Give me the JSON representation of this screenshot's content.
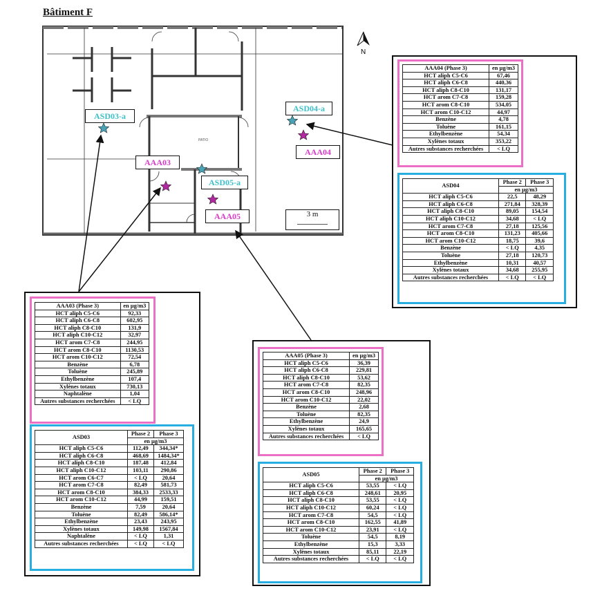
{
  "title": "Bâtiment F",
  "north_label": "N",
  "scale_label": "3 m",
  "plan_labels": {
    "room_patio": "PATIO",
    "markers": [
      {
        "id": "ASD03-a",
        "kind": "ASD",
        "color": "#3cbfc8"
      },
      {
        "id": "ASD04-a",
        "kind": "ASD",
        "color": "#3cbfc8"
      },
      {
        "id": "ASD05-a",
        "kind": "ASD",
        "color": "#3cbfc8"
      },
      {
        "id": "AAA03",
        "kind": "AAA",
        "color": "#d63cc8"
      },
      {
        "id": "AAA04",
        "kind": "AAA",
        "color": "#d63cc8"
      },
      {
        "id": "AAA05",
        "kind": "AAA",
        "color": "#d63cc8"
      }
    ]
  },
  "colors": {
    "pink_frame": "#ec6fc6",
    "blue_frame": "#26aee0",
    "asd_star": "#4aa3b5",
    "aaa_star": "#b0299f"
  },
  "unit": "en µg/m3",
  "phase2": "Phase 2",
  "phase3": "Phase 3",
  "aaa04": {
    "header": "AAA04 (Phase 3)",
    "rows": [
      [
        "HCT aliph C5-C6",
        "67,46"
      ],
      [
        "HCT aliph C6-C8",
        "440,36"
      ],
      [
        "HCT aliph C8-C10",
        "131,17"
      ],
      [
        "HCT arom C7-C8",
        "159,28"
      ],
      [
        "HCT arom C8-C10",
        "534,05"
      ],
      [
        "HCT arom C10-C12",
        "44,97"
      ],
      [
        "Benzène",
        "4,78"
      ],
      [
        "Toluène",
        "161,15"
      ],
      [
        "Ethylbenzène",
        "54,34"
      ],
      [
        "Xylènes totaux",
        "353,22"
      ],
      [
        "Autres substances recherchées",
        "< LQ"
      ]
    ]
  },
  "asd04": {
    "header": "ASD04",
    "rows": [
      [
        "HCT aliph C5-C6",
        "22,5",
        "48,29"
      ],
      [
        "HCT aliph C6-C8",
        "271,84",
        "328,39"
      ],
      [
        "HCT aliph C8-C10",
        "89,05",
        "154,54"
      ],
      [
        "HCT aliph C10-C12",
        "34,68",
        "< LQ"
      ],
      [
        "HCT arom C7-C8",
        "27,18",
        "125,56"
      ],
      [
        "HCT arom C8-C10",
        "131,23",
        "405,66"
      ],
      [
        "HCT arom C10-C12",
        "18,75",
        "39,6"
      ],
      [
        "Benzène",
        "< LQ",
        "4,35"
      ],
      [
        "Toluène",
        "27,18",
        "120,73"
      ],
      [
        "Ethylbenzène",
        "10,31",
        "40,57"
      ],
      [
        "Xylènes totaux",
        "34,68",
        "255,95"
      ],
      [
        "Autres substances recherchées",
        "< LQ",
        "< LQ"
      ]
    ]
  },
  "aaa03": {
    "header": "AAA03 (Phase 3)",
    "rows": [
      [
        "HCT aliph C5-C6",
        "92,33"
      ],
      [
        "HCT aliph C6-C8",
        "602,95"
      ],
      [
        "HCT aliph C8-C10",
        "131,9"
      ],
      [
        "HCT aliph C10-C12",
        "32,97"
      ],
      [
        "HCT arom C7-C8",
        "244,95"
      ],
      [
        "HCT arom C8-C10",
        "1130,53"
      ],
      [
        "HCT arom C10-C12",
        "72,54"
      ],
      [
        "Benzène",
        "6,78"
      ],
      [
        "Toluène",
        "245,89"
      ],
      [
        "Ethylbenzène",
        "107,4"
      ],
      [
        "Xylènes totaux",
        "730,13"
      ],
      [
        "Naphtalène",
        "1,04"
      ],
      [
        "Autres substances recherchées",
        "< LQ"
      ]
    ]
  },
  "asd03": {
    "header": "ASD03",
    "rows": [
      [
        "HCT aliph C5-C6",
        "112,49",
        "344,34*"
      ],
      [
        "HCT aliph C6-C8",
        "468,69",
        "1484,34*"
      ],
      [
        "HCT aliph C8-C10",
        "187,48",
        "412,84"
      ],
      [
        "HCT aliph C10-C12",
        "103,11",
        "290,86"
      ],
      [
        "HCT arom C6-C7",
        "< LQ",
        "20,64"
      ],
      [
        "HCT arom C7-C8",
        "82,49",
        "581,73"
      ],
      [
        "HCT arom C8-C10",
        "384,33",
        "2533,33"
      ],
      [
        "HCT arom C10-C12",
        "44,99",
        "159,51"
      ],
      [
        "Benzène",
        "7,59",
        "20,64"
      ],
      [
        "Toluène",
        "82,49",
        "586,14*"
      ],
      [
        "Ethylbenzène",
        "23,43",
        "243,95"
      ],
      [
        "Xylènes totaux",
        "149,98",
        "1567,84"
      ],
      [
        "Naphtalène",
        "< LQ",
        "1,31"
      ],
      [
        "Autres substances recherchées",
        "< LQ",
        "< LQ"
      ]
    ]
  },
  "aaa05": {
    "header": "AAA05 (Phase 3)",
    "rows": [
      [
        "HCT aliph C5-C6",
        "36,39"
      ],
      [
        "HCT aliph C6-C8",
        "229,81"
      ],
      [
        "HCT aliph C8-C10",
        "53,62"
      ],
      [
        "HCT arom C7-C8",
        "82,35"
      ],
      [
        "HCT arom C8-C10",
        "248,96"
      ],
      [
        "HCT arom C10-C12",
        "22,02"
      ],
      [
        "Benzène",
        "2,68"
      ],
      [
        "Toluène",
        "82,35"
      ],
      [
        "Ethylbenzène",
        "24,9"
      ],
      [
        "Xylènes totaux",
        "165,65"
      ],
      [
        "Autres substances recherchées",
        "< LQ"
      ]
    ]
  },
  "asd05": {
    "header": "ASD05",
    "rows": [
      [
        "HCT aliph C5-C6",
        "53,55",
        "< LQ"
      ],
      [
        "HCT aliph C6-C8",
        "248,61",
        "20,95"
      ],
      [
        "HCT aliph C8-C10",
        "53,55",
        "< LQ"
      ],
      [
        "HCT aliph C10-C12",
        "60,24",
        "< LQ"
      ],
      [
        "HCT arom C7-C8",
        "54,5",
        "< LQ"
      ],
      [
        "HCT arom C8-C10",
        "162,55",
        "41,89"
      ],
      [
        "HCT arom C10-C12",
        "23,91",
        "< LQ"
      ],
      [
        "Toluène",
        "54,5",
        "8,19"
      ],
      [
        "Ethylbenzène",
        "15,3",
        "3,33"
      ],
      [
        "Xylènes totaux",
        "85,11",
        "22,19"
      ],
      [
        "Autres substances recherchées",
        "< LQ",
        "< LQ"
      ]
    ]
  }
}
